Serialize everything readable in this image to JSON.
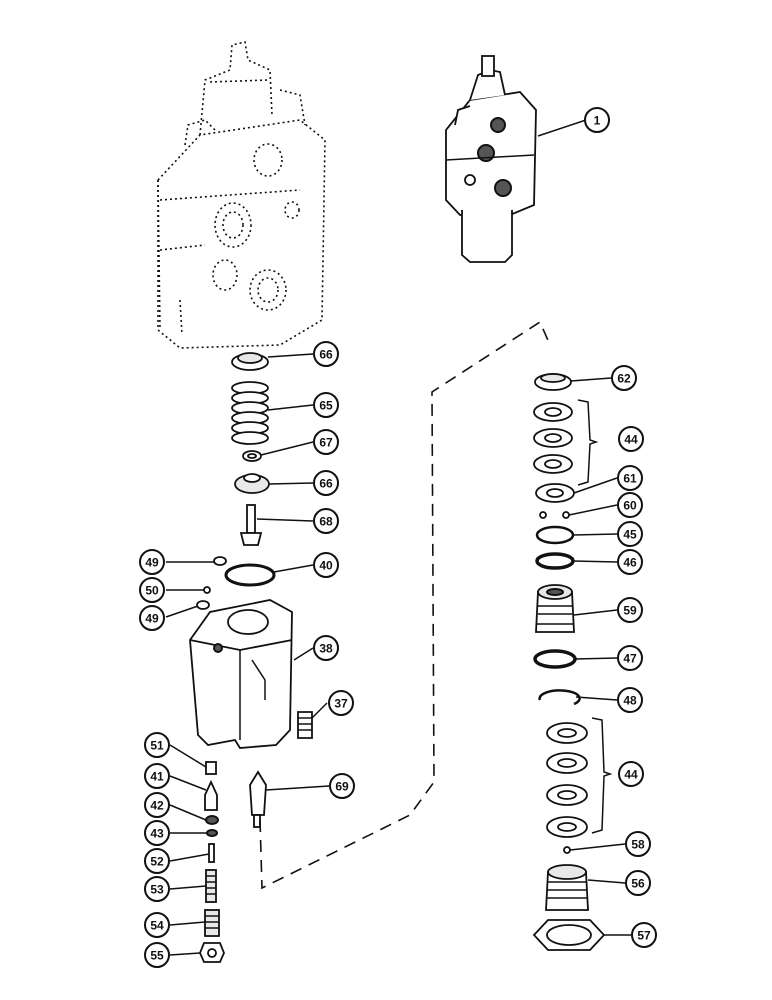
{
  "callouts": [
    {
      "id": "c1",
      "label": "1"
    },
    {
      "id": "c66a",
      "label": "66"
    },
    {
      "id": "c65",
      "label": "65"
    },
    {
      "id": "c67",
      "label": "67"
    },
    {
      "id": "c66b",
      "label": "66"
    },
    {
      "id": "c68",
      "label": "68"
    },
    {
      "id": "c49a",
      "label": "49"
    },
    {
      "id": "c40",
      "label": "40"
    },
    {
      "id": "c50",
      "label": "50"
    },
    {
      "id": "c49b",
      "label": "49"
    },
    {
      "id": "c38",
      "label": "38"
    },
    {
      "id": "c37",
      "label": "37"
    },
    {
      "id": "c51",
      "label": "51"
    },
    {
      "id": "c41",
      "label": "41"
    },
    {
      "id": "c42",
      "label": "42"
    },
    {
      "id": "c43",
      "label": "43"
    },
    {
      "id": "c52",
      "label": "52"
    },
    {
      "id": "c53",
      "label": "53"
    },
    {
      "id": "c54",
      "label": "54"
    },
    {
      "id": "c55",
      "label": "55"
    },
    {
      "id": "c69",
      "label": "69"
    },
    {
      "id": "c62",
      "label": "62"
    },
    {
      "id": "c44a",
      "label": "44"
    },
    {
      "id": "c61",
      "label": "61"
    },
    {
      "id": "c60",
      "label": "60"
    },
    {
      "id": "c45",
      "label": "45"
    },
    {
      "id": "c46",
      "label": "46"
    },
    {
      "id": "c59",
      "label": "59"
    },
    {
      "id": "c47",
      "label": "47"
    },
    {
      "id": "c48",
      "label": "48"
    },
    {
      "id": "c44b",
      "label": "44"
    },
    {
      "id": "c58",
      "label": "58"
    },
    {
      "id": "c56",
      "label": "56"
    },
    {
      "id": "c57",
      "label": "57"
    }
  ]
}
